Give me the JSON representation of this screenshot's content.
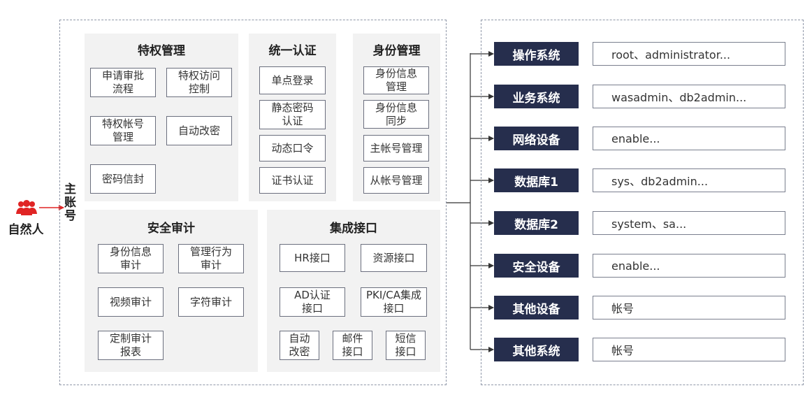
{
  "user": {
    "label": "自然人",
    "icon": "users-icon",
    "accent": "#e02424"
  },
  "main_account_label": "主账号",
  "privilege": {
    "title": "特权管理",
    "items": [
      "申请审批\n流程",
      "特权访问\n控制",
      "特权帐号\n管理",
      "自动改密",
      "密码信封"
    ]
  },
  "auth": {
    "title": "统一认证",
    "items": [
      "单点登录",
      "静态密码\n认证",
      "动态口令",
      "证书认证"
    ]
  },
  "identity": {
    "title": "身份管理",
    "items": [
      "身份信息\n管理",
      "身份信息\n同步",
      "主帐号管理",
      "从帐号管理"
    ]
  },
  "audit": {
    "title": "安全审计",
    "items": [
      "身份信息\n审计",
      "管理行为\n审计",
      "视频审计",
      "字符审计",
      "定制审计\n报表"
    ]
  },
  "integration": {
    "title": "集成接口",
    "items": [
      "HR接口",
      "资源接口",
      "AD认证\n接口",
      "PKI/CA集成\n接口",
      "自动\n改密",
      "邮件\n接口",
      "短信\n接口"
    ]
  },
  "systems": [
    {
      "name": "操作系统",
      "accounts": "root、administrator..."
    },
    {
      "name": "业务系统",
      "accounts": "wasadmin、db2admin..."
    },
    {
      "name": "网络设备",
      "accounts": "enable..."
    },
    {
      "name": "数据库1",
      "accounts": "sys、db2admin..."
    },
    {
      "name": "数据库2",
      "accounts": "system、sa..."
    },
    {
      "name": "安全设备",
      "accounts": "enable..."
    },
    {
      "name": "其他设备",
      "accounts": "帐号"
    },
    {
      "name": "其他系统",
      "accounts": "帐号"
    }
  ],
  "colors": {
    "system_fill": "#262e4d",
    "panel_fill": "#f2f2f2",
    "dashed_border": "#8f97a8"
  }
}
